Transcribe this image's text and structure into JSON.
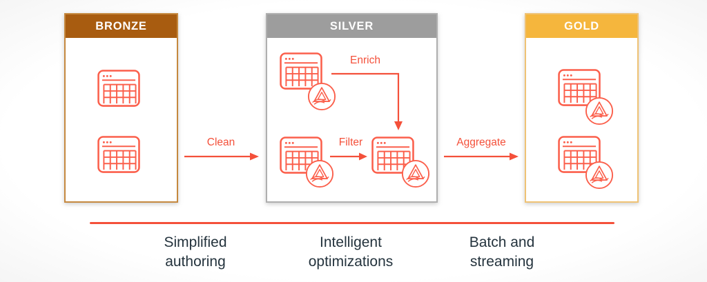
{
  "palette": {
    "accent_red": "#F4503A",
    "icon_red": "#FB5F4B",
    "bronze_header": "#A85C10",
    "bronze_border": "#C5883E",
    "silver_header": "#9D9D9D",
    "silver_border": "#AEAEAE",
    "gold_header": "#F5B63D",
    "gold_border": "#EFC274",
    "footer_text": "#24333D"
  },
  "stages": [
    {
      "label": "BRONZE",
      "table_icons": 2,
      "badged_table_icons": 0
    },
    {
      "label": "SILVER",
      "table_icons": 3,
      "badged_table_icons": 3
    },
    {
      "label": "GOLD",
      "table_icons": 2,
      "badged_table_icons": 2
    }
  ],
  "flow_labels": {
    "clean": "Clean",
    "enrich": "Enrich",
    "filter": "Filter",
    "aggregate": "Aggregate"
  },
  "footer": {
    "items": [
      "Simplified authoring",
      "Intelligent optimizations",
      "Batch and streaming"
    ]
  }
}
